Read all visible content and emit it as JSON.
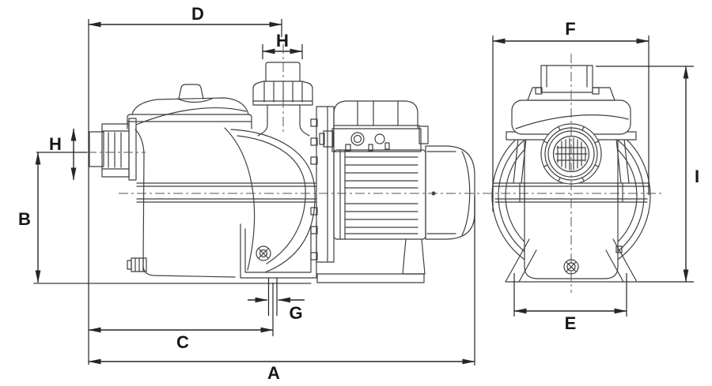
{
  "dims": {
    "A": "A",
    "B": "B",
    "C": "C",
    "D": "D",
    "E": "E",
    "F": "F",
    "G": "G",
    "H_top": "H",
    "H_side": "H",
    "I": "I"
  },
  "colors": {
    "drawing_line": "#3f3f3f",
    "dimension_line": "#262626",
    "label_text": "#161616",
    "background": "#ffffff"
  }
}
